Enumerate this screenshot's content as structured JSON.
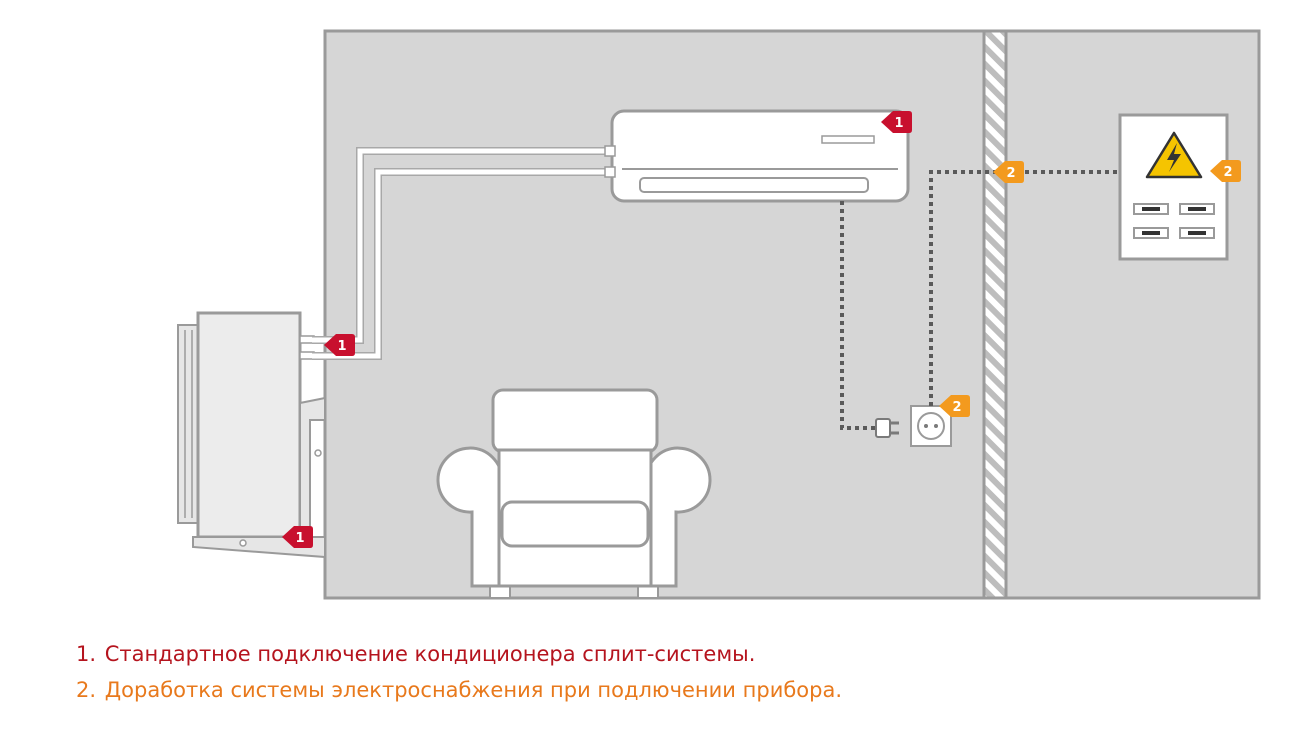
{
  "markers": {
    "standard": "1",
    "electrical": "2"
  },
  "legend": [
    {
      "number": "1.",
      "text": "Стандартное подключение кондиционера сплит-системы."
    },
    {
      "number": "2.",
      "text": "Доработка системы электроснабжения при подлючении прибора."
    }
  ],
  "colors": {
    "standard": "#c8102e",
    "electrical": "#f39a1e",
    "room": "#d6d6d6",
    "outline": "#9a9a9a",
    "legend_1": "#b5141e",
    "legend_2": "#e8791c"
  },
  "icons": {
    "warning": "high-voltage-warning-icon",
    "plug": "power-plug-icon",
    "socket": "wall-socket-icon"
  }
}
